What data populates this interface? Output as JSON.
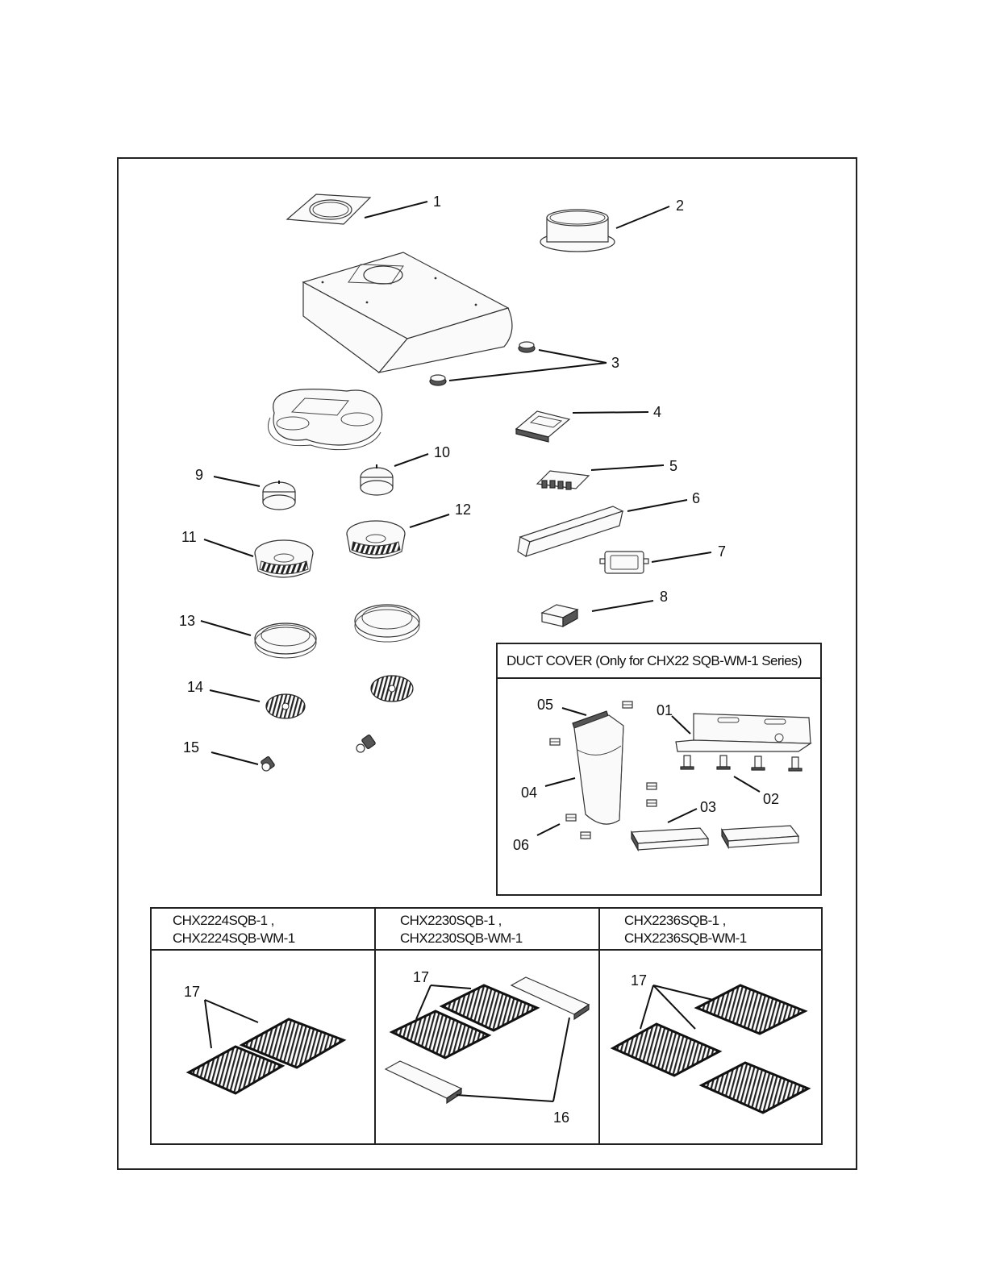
{
  "callouts": {
    "c1": "1",
    "c2": "2",
    "c3": "3",
    "c4": "4",
    "c5": "5",
    "c6": "6",
    "c7": "7",
    "c8": "8",
    "c9": "9",
    "c10": "10",
    "c11": "11",
    "c12": "12",
    "c13": "13",
    "c14": "14",
    "c15": "15"
  },
  "duct_cover": {
    "title": "DUCT COVER (Only for CHX22 SQB-WM-1 Series)",
    "c01": "01",
    "c02": "02",
    "c03": "03",
    "c04": "04",
    "c05": "05",
    "c06": "06"
  },
  "filter_models": [
    {
      "line1": "CHX2224SQB-1 ,",
      "line2": "CHX2224SQB-WM-1",
      "c17": "17"
    },
    {
      "line1": "CHX2230SQB-1 ,",
      "line2": "CHX2230SQB-WM-1",
      "c17": "17",
      "c16": "16"
    },
    {
      "line1": "CHX2236SQB-1 ,",
      "line2": "CHX2236SQB-WM-1",
      "c17": "17"
    }
  ]
}
